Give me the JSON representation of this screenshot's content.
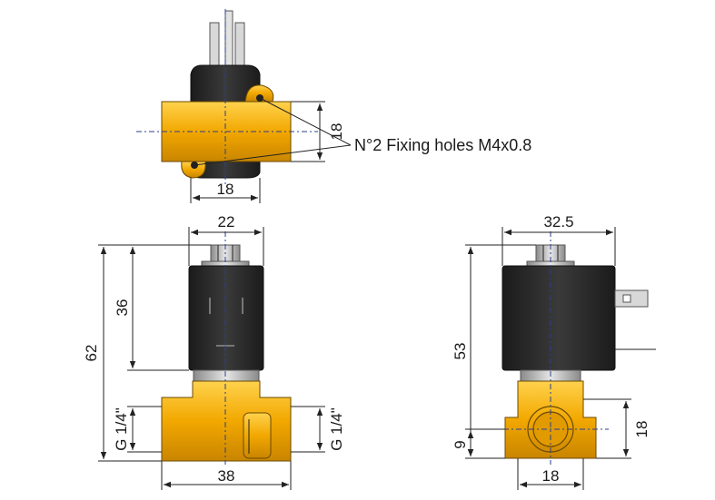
{
  "top_view": {
    "dim_height": "18",
    "dim_width": "18",
    "note": "N°2 Fixing holes M4x0.8"
  },
  "front_view": {
    "dim_top_width": "22",
    "dim_coil_height": "36",
    "dim_total_height": "62",
    "dim_port_left": "G 1/4\"",
    "dim_port_right": "G 1/4\"",
    "dim_body_width": "38"
  },
  "side_view": {
    "dim_top_width": "32.5",
    "dim_total_height": "53",
    "dim_port_height": "9",
    "dim_body_height": "18",
    "dim_body_width": "18"
  },
  "colors": {
    "brass": "#f2a800",
    "coil": "#2b2b2b",
    "centerline": "#2a3f8f"
  }
}
